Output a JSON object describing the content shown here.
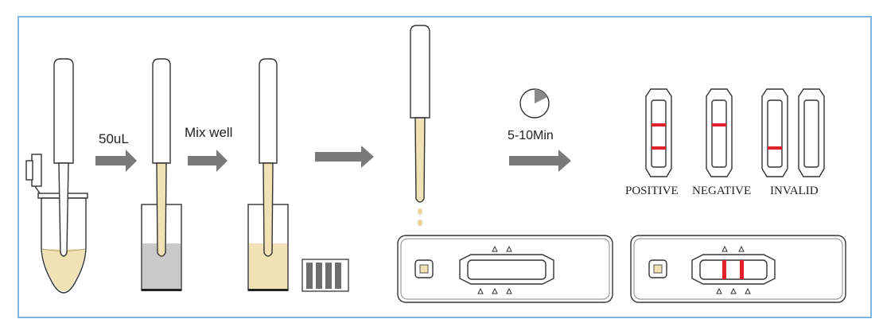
{
  "steps": {
    "volume_label": "50uL",
    "mix_label": "Mix well",
    "time_label": "5-10Min"
  },
  "results": {
    "positive": "POSITIVE",
    "negative": "NEGATIVE",
    "invalid": "INVALID"
  },
  "colors": {
    "frame": "#7fb6e2",
    "sample": "#f1e2b5",
    "buffer": "#c9c9c9",
    "arrow": "#7a7a7a",
    "line": "#e0202a"
  },
  "icons": [
    "sample-tube-icon",
    "dropper-icon",
    "timer-icon",
    "test-cassette-icon",
    "test-strip-icon"
  ]
}
